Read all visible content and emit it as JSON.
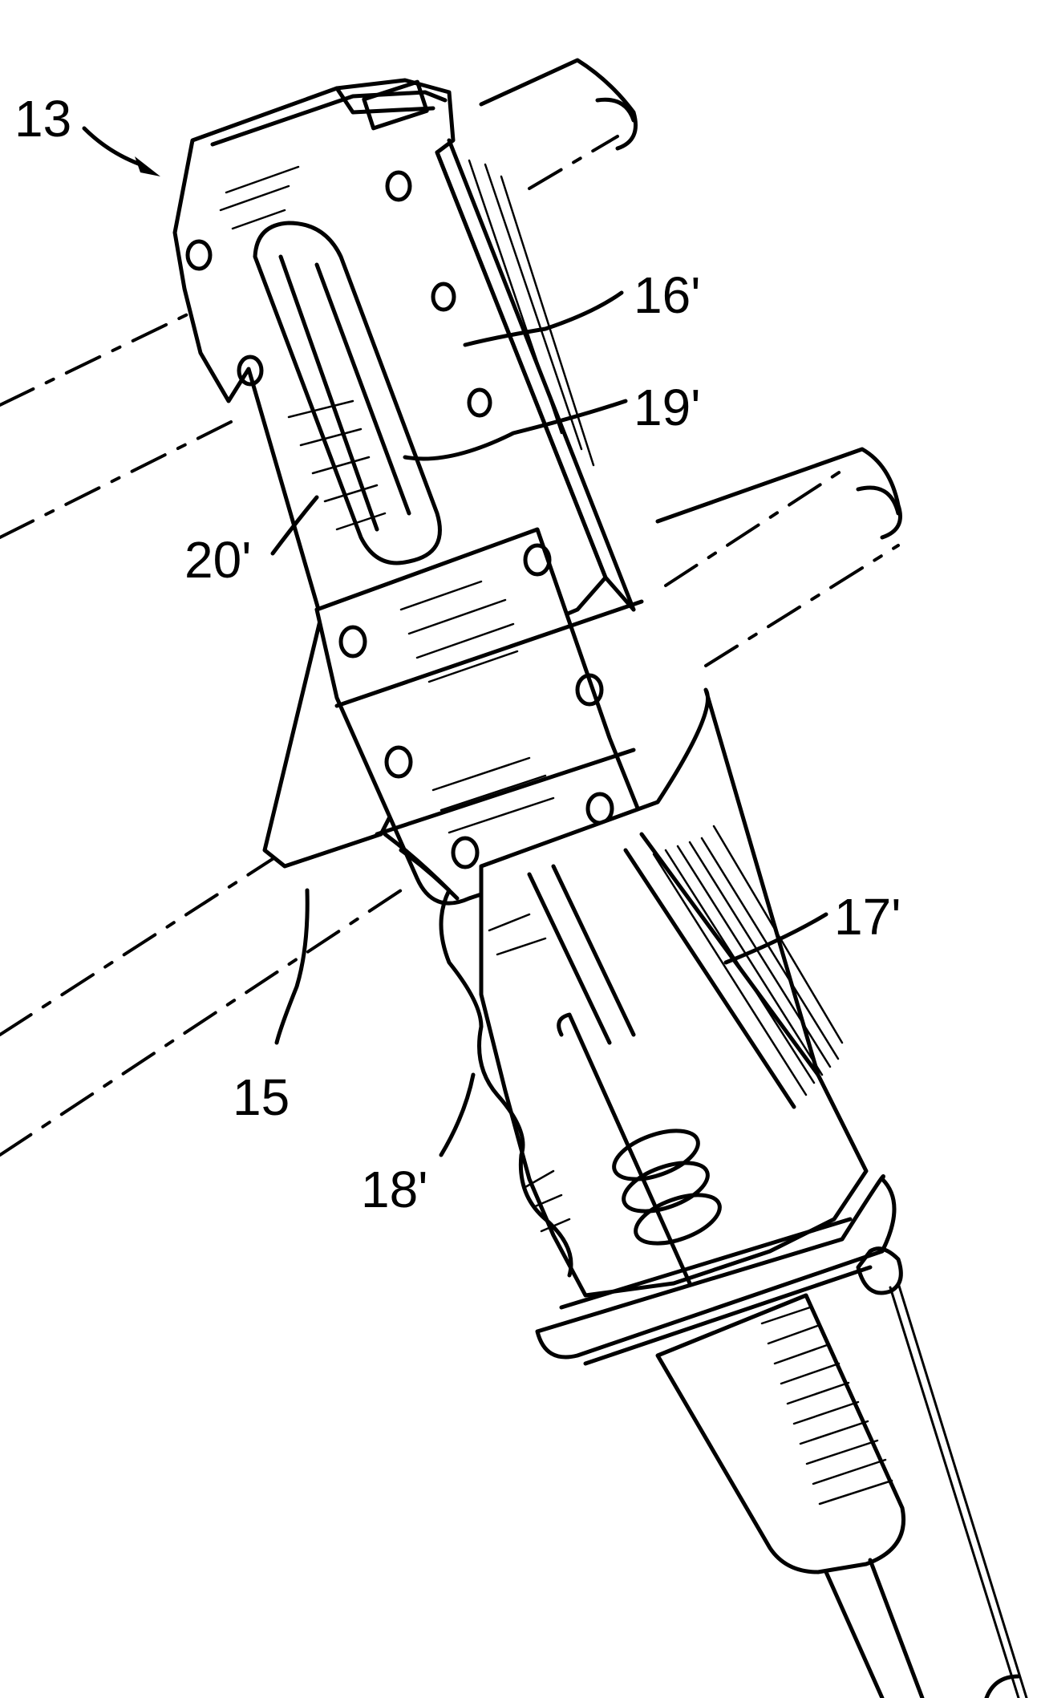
{
  "figure": {
    "labels": [
      {
        "id": "13",
        "text": "13"
      },
      {
        "id": "16p",
        "text": "16'"
      },
      {
        "id": "19p",
        "text": "19'"
      },
      {
        "id": "20p",
        "text": "20'"
      },
      {
        "id": "17p",
        "text": "17'"
      },
      {
        "id": "15",
        "text": "15"
      },
      {
        "id": "18p",
        "text": "18'"
      }
    ]
  }
}
